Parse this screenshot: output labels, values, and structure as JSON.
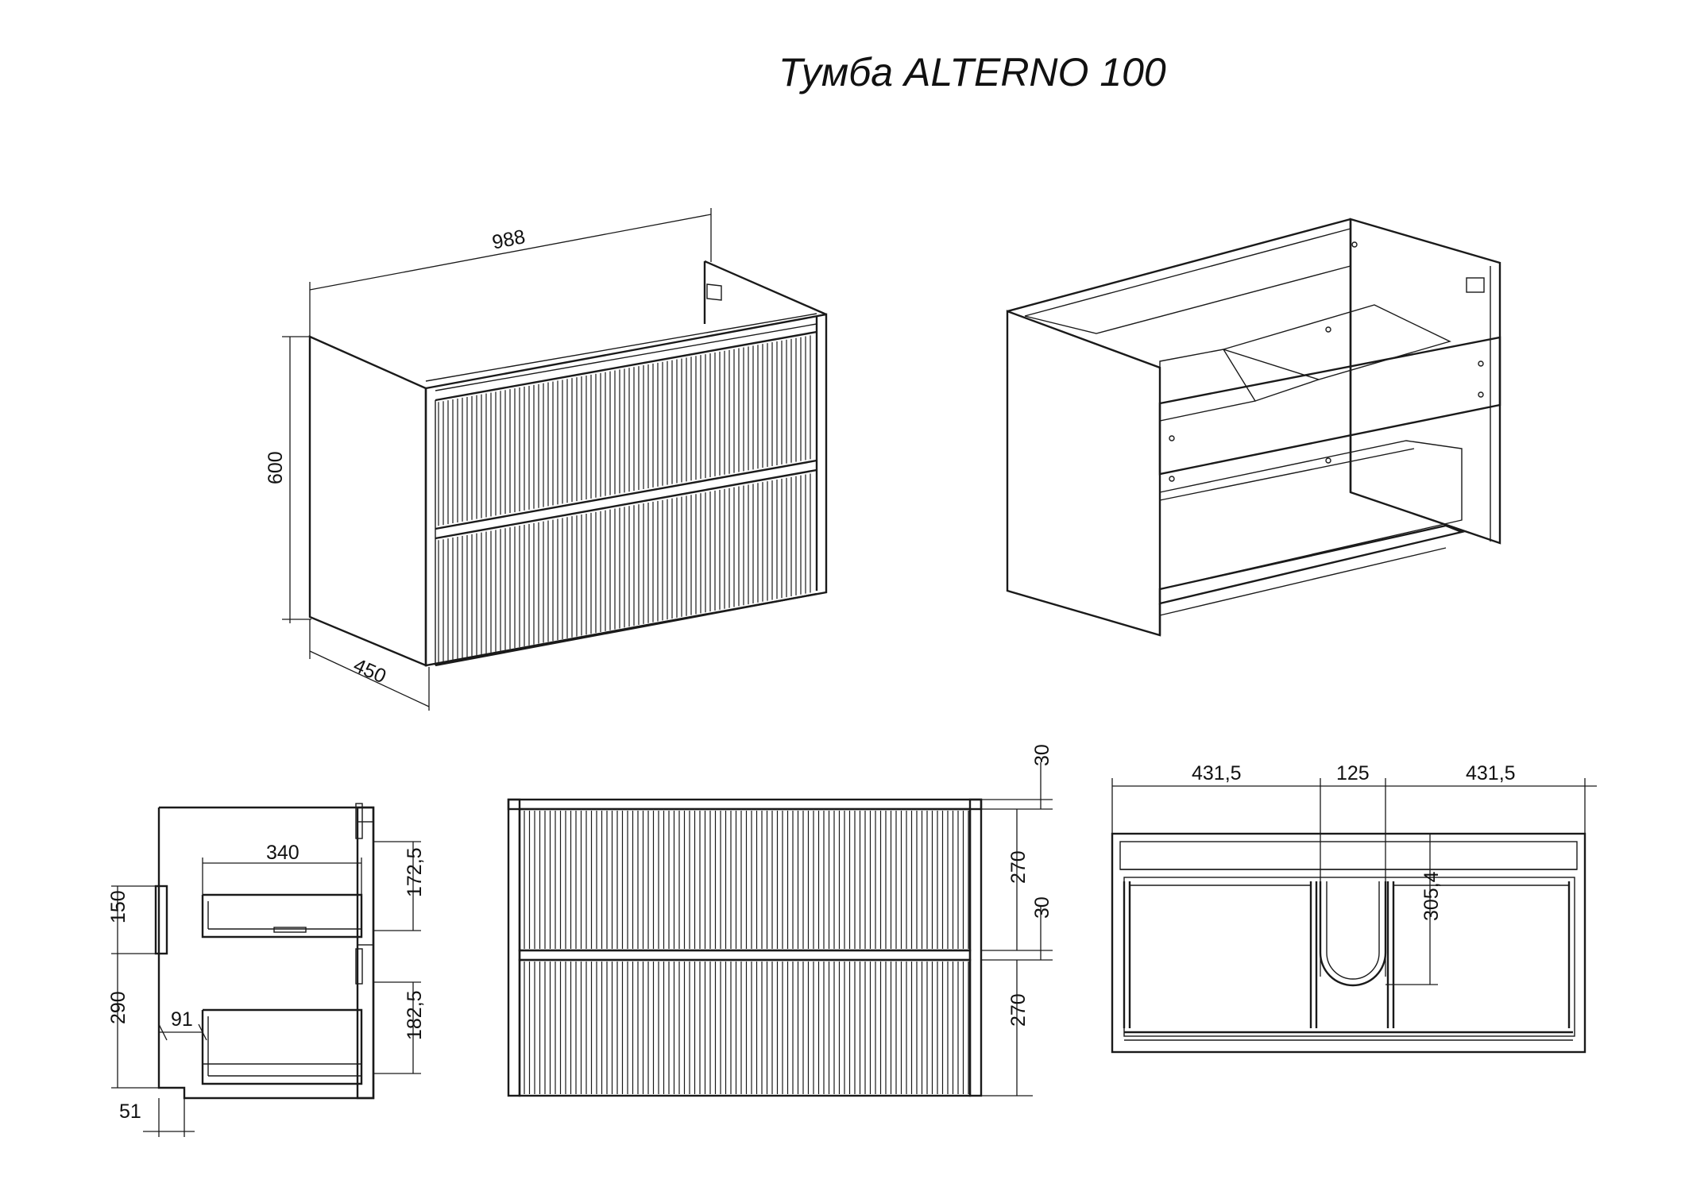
{
  "title": "Тумба ALTERNO 100",
  "iso_front": {
    "width": "988",
    "height": "600",
    "depth": "450"
  },
  "side_view": {
    "drawer_depth": "340",
    "drawer1_height": "172,5",
    "drawer2_height": "182,5",
    "panel_height": "150",
    "lower_height": "290",
    "inset": "91",
    "base": "51"
  },
  "front_view": {
    "top_gap": "30",
    "drawer1": "270",
    "mid_gap": "30",
    "drawer2": "270"
  },
  "top_view": {
    "left": "431,5",
    "center": "125",
    "right": "431,5",
    "cutout_depth": "305,4"
  }
}
